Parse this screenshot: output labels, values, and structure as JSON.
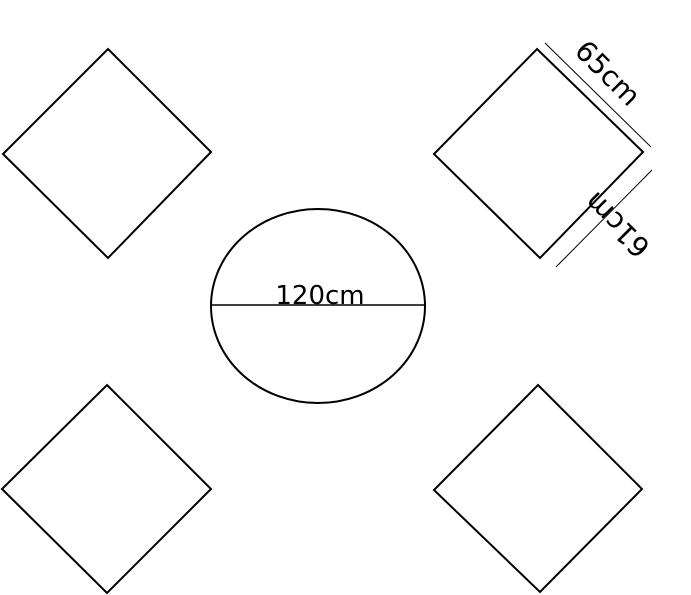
{
  "table": {
    "diameter_label": "120cm",
    "shape": "circle"
  },
  "chairs": {
    "count": 4,
    "width_label": "65cm",
    "depth_label": "61cm"
  },
  "colors": {
    "stroke": "#000000",
    "background": "#ffffff"
  }
}
